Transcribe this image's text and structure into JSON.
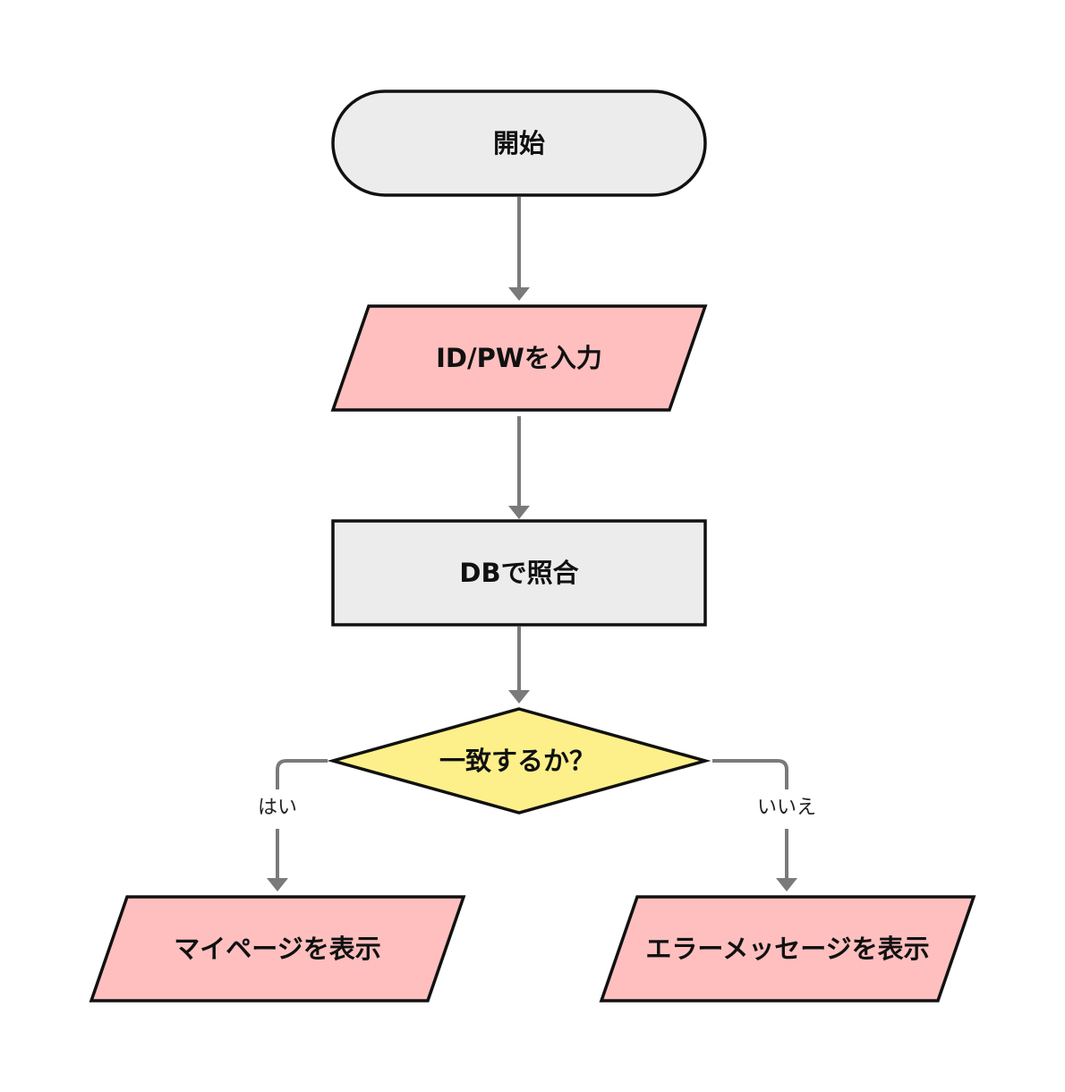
{
  "colors": {
    "terminal_fill": "#ececec",
    "process_fill": "#ececec",
    "io_fill": "#ffbfbf",
    "decision_fill": "#fdf08a",
    "stroke": "#111111",
    "edge": "#7a7a7a"
  },
  "nodes": {
    "start": {
      "shape": "terminal",
      "label": "開始"
    },
    "input": {
      "shape": "parallelogram",
      "label": "ID/PWを入力"
    },
    "check": {
      "shape": "process",
      "label": "DBで照合"
    },
    "decision": {
      "shape": "diamond",
      "label": "一致するか？"
    },
    "mypage": {
      "shape": "parallelogram",
      "label": "マイページを表示"
    },
    "error": {
      "shape": "parallelogram",
      "label": "エラーメッセージを表示"
    }
  },
  "edges": {
    "start_to_input": {
      "from": "start",
      "to": "input",
      "label": ""
    },
    "input_to_check": {
      "from": "input",
      "to": "check",
      "label": ""
    },
    "check_to_decision": {
      "from": "check",
      "to": "decision",
      "label": ""
    },
    "yes": {
      "from": "decision",
      "to": "mypage",
      "label": "はい"
    },
    "no": {
      "from": "decision",
      "to": "error",
      "label": "いいえ"
    }
  }
}
